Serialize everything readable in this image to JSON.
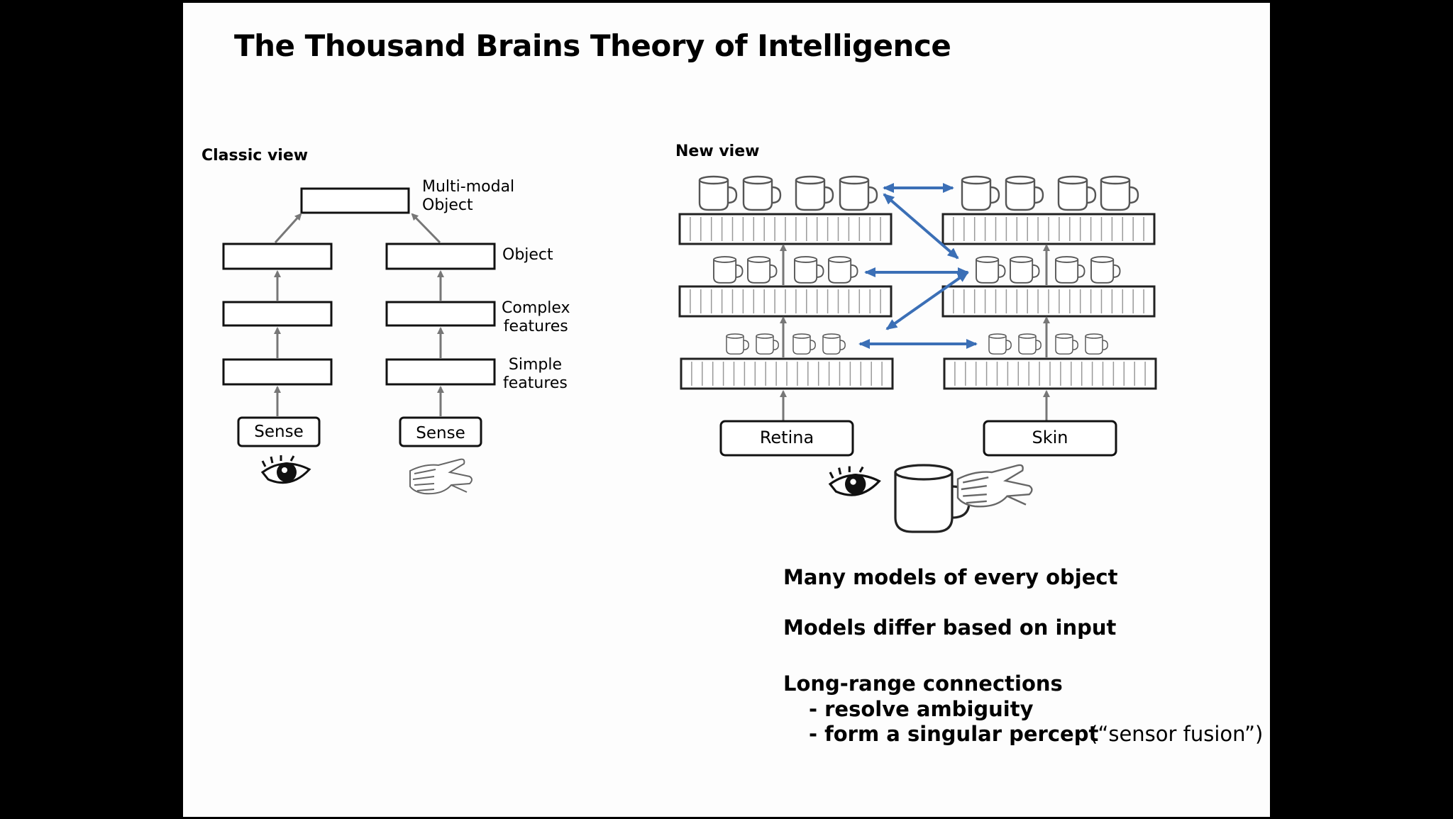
{
  "slide": {
    "title": "The Thousand Brains Theory of Intelligence"
  },
  "classic_view": {
    "heading": "Classic view",
    "levels": {
      "top": [
        "Multi-modal",
        "Object"
      ],
      "object": "Object",
      "complex": [
        "Complex",
        "features"
      ],
      "simple": [
        "Simple",
        "features"
      ]
    },
    "sense_left": "Sense",
    "sense_right": "Sense",
    "icons": [
      "eye-icon",
      "hand-icon"
    ]
  },
  "new_view": {
    "heading": "New view",
    "retina": "Retina",
    "skin": "Skin",
    "icons": [
      "mug-icon",
      "eye-icon",
      "hand-icon"
    ],
    "arrow_color": "#3b6fb6"
  },
  "notes": {
    "line1": "Many models of every object",
    "line2": "Models differ based on input",
    "line3": "Long-range connections",
    "sub1": "- resolve ambiguity",
    "sub2": "- form a singular percept",
    "sub2_aside": "(“sensor fusion”)"
  }
}
